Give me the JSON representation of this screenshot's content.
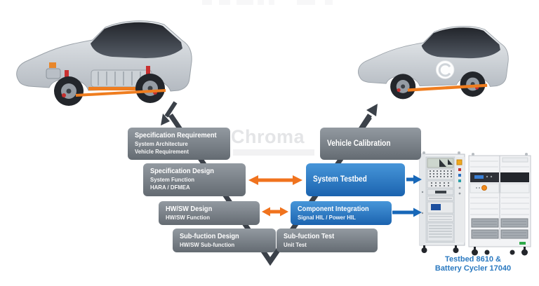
{
  "watermark": {
    "text": "Chroma"
  },
  "boxes": {
    "spec_requirement": {
      "title": "Specification Requirement",
      "line1": "System Architecture",
      "line2": "Vehicle Requirement"
    },
    "spec_design": {
      "title": "Specification Design",
      "line1": "System Function",
      "line2": "HARA / DFMEA"
    },
    "hwsw_design": {
      "title": "HW/SW Design",
      "line1": "HW/SW Function"
    },
    "subfunction_design": {
      "title": "Sub-fuction Design",
      "line1": "HW/SW Sub-function"
    },
    "subfunction_test": {
      "title": "Sub-fuction Test",
      "line1": "Unit Test"
    },
    "component_integration": {
      "title": "Component Integration",
      "line1": "Signal HIL / Power HIL"
    },
    "system_testbed": {
      "title": "System Testbed"
    },
    "vehicle_calibration": {
      "title": "Vehicle Calibration"
    }
  },
  "equipment": {
    "caption_line1": "Testbed 8610 &",
    "caption_line2": "Battery Cycler 17040"
  },
  "icons": {
    "bidirectional_arrow": "orange-double-headed-arrow",
    "right_arrow": "blue-right-arrow",
    "down_arrow": "dark-arrow-car-to-vmodel",
    "up_arrow": "dark-arrow-vmodel-to-car"
  },
  "colors": {
    "box-gray-top": "#939aa1",
    "box-gray-bottom": "#646b72",
    "box-blue-top": "#4796d9",
    "box-blue-bottom": "#1b63af",
    "arrow-orange": "#f0731e",
    "arrow-blue": "#1767b8",
    "v-line": "#3b4149",
    "caption-blue": "#2a79c0",
    "watermark-gray": "#e4e5e7"
  }
}
